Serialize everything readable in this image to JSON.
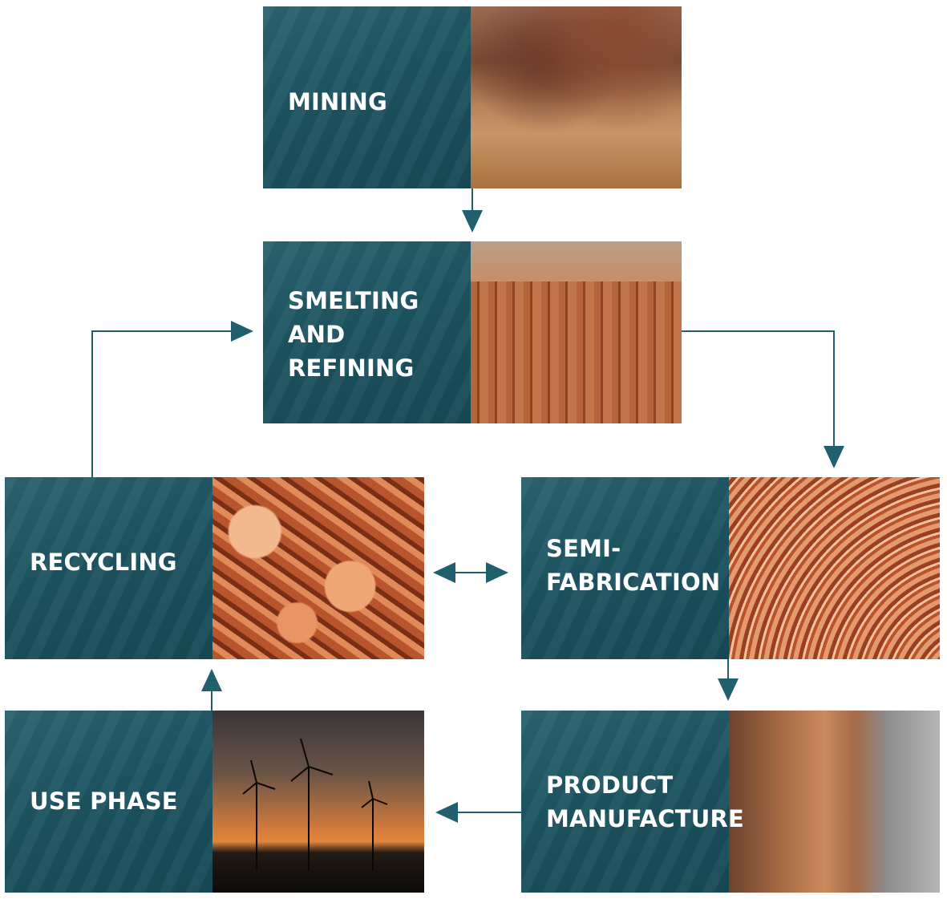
{
  "stages": {
    "mining": {
      "lines": [
        "MINING"
      ]
    },
    "smelting": {
      "lines": [
        "SMELTING",
        "AND",
        "REFINING"
      ]
    },
    "recycling": {
      "lines": [
        "RECYCLING"
      ]
    },
    "semi_fabrication": {
      "lines": [
        "SEMI-",
        "FABRICATION"
      ]
    },
    "use_phase": {
      "lines": [
        "USE PHASE"
      ]
    },
    "product_manufacture": {
      "lines": [
        "PRODUCT",
        "MANUFACTURE"
      ]
    }
  },
  "colors": {
    "teal": "#1d5461",
    "arrow": "#1f5f6e",
    "copper": "#c2744a"
  },
  "icons": {
    "connectors": [
      "arrow-down-icon",
      "arrow-right-icon",
      "arrow-up-icon",
      "arrow-left-icon",
      "double-arrow-icon"
    ]
  }
}
